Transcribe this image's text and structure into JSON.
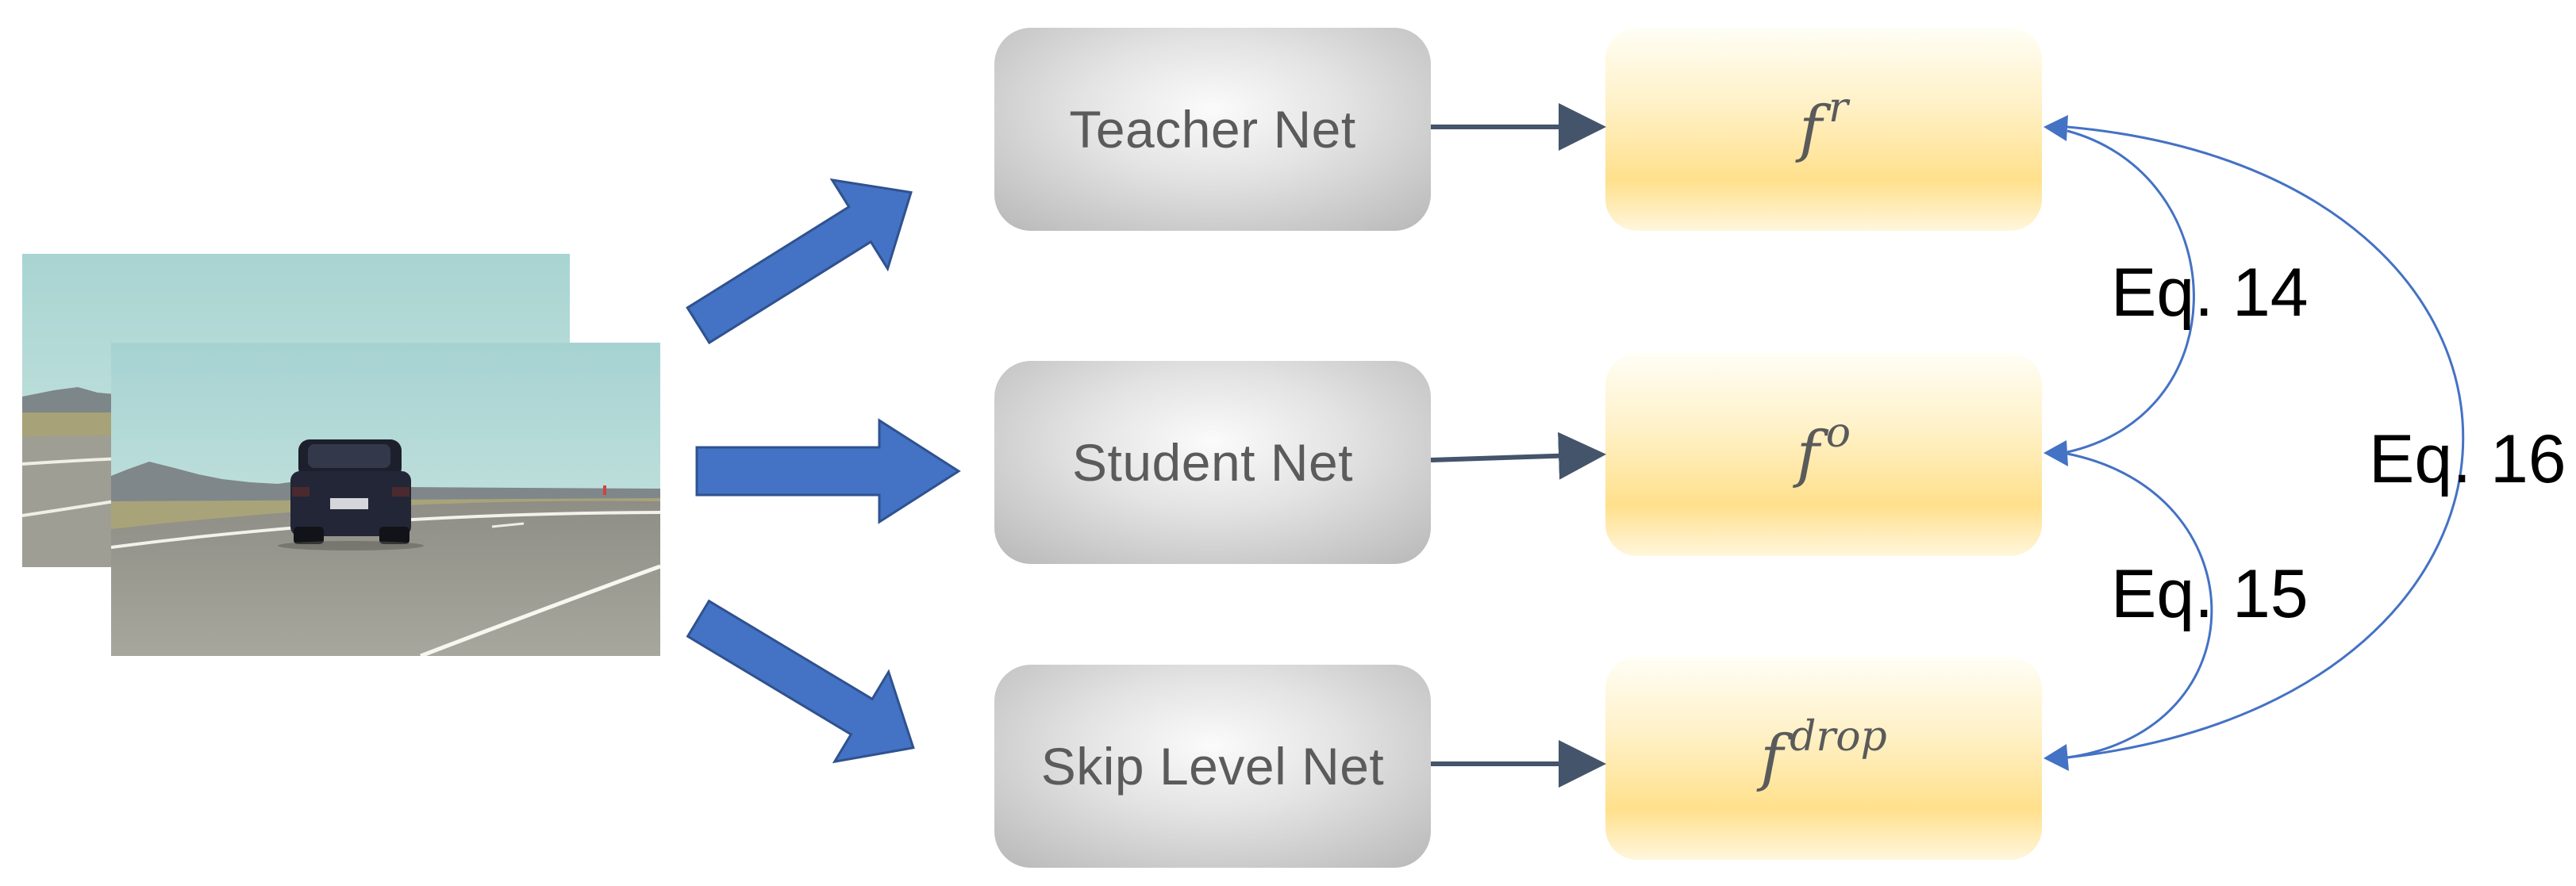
{
  "networks": [
    {
      "label": "Teacher Net"
    },
    {
      "label": "Student Net"
    },
    {
      "label": "Skip Level Net"
    }
  ],
  "features": [
    {
      "base": "f",
      "sup": "r"
    },
    {
      "base": "f",
      "sup": "o"
    },
    {
      "base": "f",
      "sup": "drop"
    }
  ],
  "equations": {
    "eq14": "Eq. 14",
    "eq15": "Eq. 15",
    "eq16": "Eq. 16"
  },
  "colors": {
    "big_arrow": "#4472c4",
    "connector": "#44546a",
    "curve": "#4472c4"
  }
}
